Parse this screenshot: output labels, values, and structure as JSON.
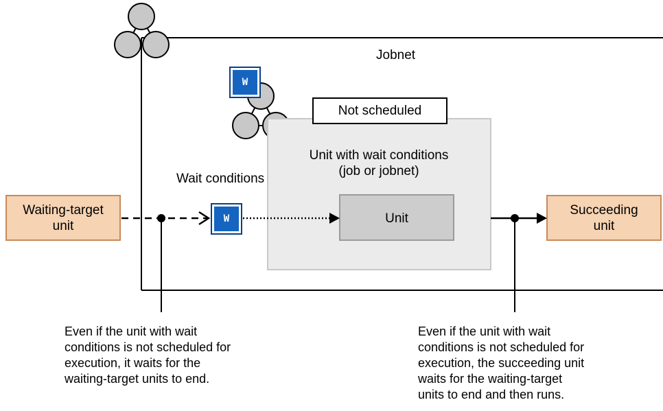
{
  "labels": {
    "jobnet": "Jobnet",
    "not_scheduled": "Not scheduled",
    "unit_with_wait_line1": "Unit with wait conditions",
    "unit_with_wait_line2": "(job or jobnet)",
    "wait_conditions": "Wait conditions",
    "unit": "Unit",
    "waiting_target_line1": "Waiting-target",
    "waiting_target_line2": "unit",
    "succeeding_line1": "Succeeding",
    "succeeding_line2": "unit",
    "w_badge": "W"
  },
  "notes": {
    "left": "Even if the unit with wait\nconditions is not scheduled for\nexecution, it waits for the\nwaiting-target units to end.",
    "right": "Even if the unit with wait\nconditions is not scheduled for\nexecution, the succeeding unit\nwaits for the waiting-target\nunits to end and then runs."
  },
  "colors": {
    "orange_fill": "#F5D3B3",
    "orange_border": "#C98A5A",
    "light_gray_fill": "#EBEBEB",
    "light_gray_border": "#C8C8C8",
    "unit_gray_fill": "#CDCDCD",
    "unit_gray_border": "#9A9A9A",
    "w_blue": "#1565C0",
    "circle_gray": "#C8C8C8"
  },
  "icons": [
    "jobnet-icon",
    "wait-badge-icon"
  ]
}
